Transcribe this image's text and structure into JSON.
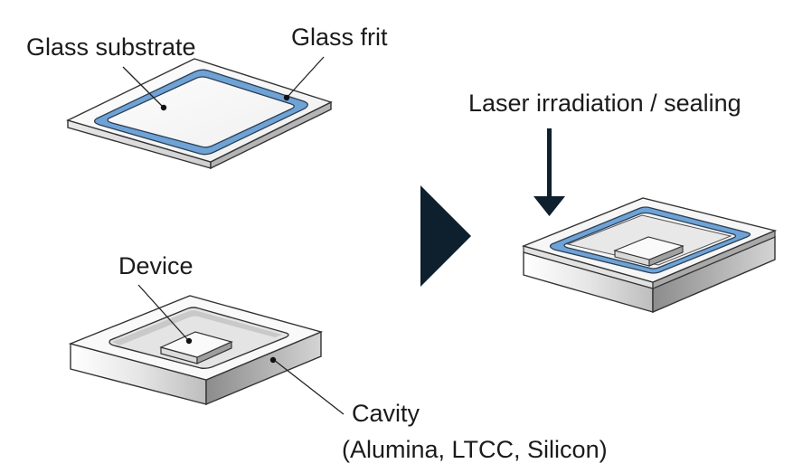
{
  "labels": {
    "glass_substrate": "Glass substrate",
    "glass_frit": "Glass frit",
    "device": "Device",
    "cavity": "Cavity",
    "cavity_materials": "(Alumina, LTCC, Silicon)",
    "laser": "Laser irradiation / sealing"
  },
  "colors": {
    "frit_blue": "#6fa3d6",
    "arrow_navy": "#0e1f2d",
    "outline": "#222222",
    "face_light": "#f7f7f7",
    "side_gray": "#b9b9b9"
  }
}
